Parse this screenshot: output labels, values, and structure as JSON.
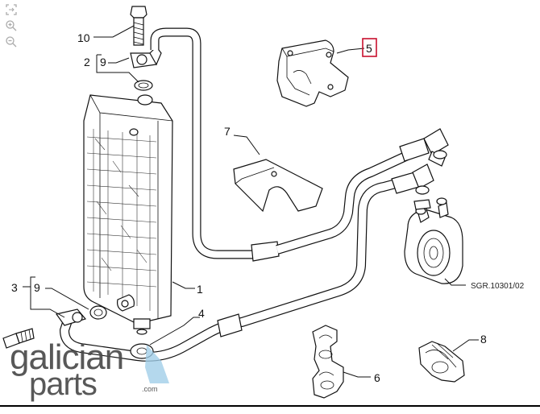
{
  "toolbar": {
    "icons": [
      "expand-icon",
      "zoom-in-icon",
      "zoom-out-icon"
    ]
  },
  "diagram": {
    "callouts": [
      {
        "id": "c1",
        "label": "1"
      },
      {
        "id": "c2",
        "label": "2"
      },
      {
        "id": "c3",
        "label": "3"
      },
      {
        "id": "c4",
        "label": "4"
      },
      {
        "id": "c5",
        "label": "5"
      },
      {
        "id": "c6",
        "label": "6"
      },
      {
        "id": "c7",
        "label": "7"
      },
      {
        "id": "c8",
        "label": "8"
      },
      {
        "id": "c9a",
        "label": "9"
      },
      {
        "id": "c9b",
        "label": "9"
      },
      {
        "id": "c10",
        "label": "10"
      }
    ],
    "highlighted_part": "5",
    "reference_code": "SGR.10301/02",
    "highlight_color": "#c8102e"
  },
  "watermark": {
    "line1": "galician",
    "line2": "parts",
    "suffix": ".com"
  }
}
